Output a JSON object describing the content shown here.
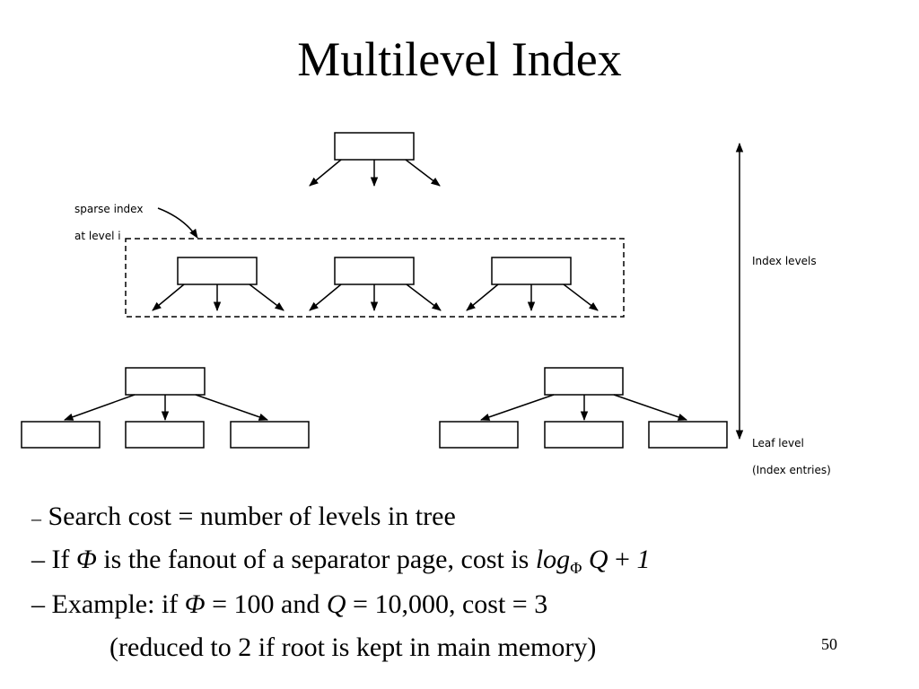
{
  "title": "Multilevel Index",
  "diagram": {
    "sparse_label_line1": "sparse index",
    "sparse_label_line2": "at level i",
    "index_levels_label": "Index levels",
    "leaf_level_label": "Leaf level",
    "index_entries_label": "(Index entries)"
  },
  "bullets": {
    "b1_dash": "–",
    "b1_text": "Search cost = number of levels in tree",
    "b2_dash": "–",
    "b2_if": "If",
    "b2_phi": "Φ",
    "b2_text": "is the fanout of a separator page, cost is",
    "b2_log": "log",
    "b2_sub": "Φ",
    "b2_q": "Q",
    "b2_plus": "+",
    "b2_one": "1",
    "b3_dash": "–",
    "b3_text1": "Example: if",
    "b3_phi": "Φ",
    "b3_text2": "= 100 and",
    "b3_q": "Q",
    "b3_text3": "= 10,000, cost = 3",
    "b4_text": "(reduced to 2 if root is kept in main memory)"
  },
  "page_number": "50"
}
